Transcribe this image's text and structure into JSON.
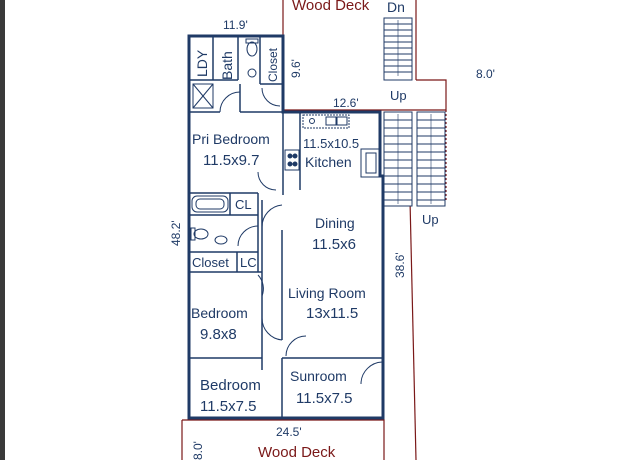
{
  "decks": {
    "top": "Wood Deck",
    "bottom": "Wood Deck"
  },
  "stairs": {
    "down": "Dn",
    "up_landing": "Up",
    "up_side": "Up"
  },
  "dimensions": {
    "top_width": "11.9'",
    "bath_height": "9.6'",
    "kitchen_width": "12.6'",
    "deck_width": "8.0'",
    "left_height": "48.2'",
    "right_height": "38.6'",
    "bottom_width": "24.5'",
    "bottom_left": "8.0'"
  },
  "rooms": {
    "laundry": "LDY",
    "bath": "Bath",
    "closet_top": "Closet",
    "primary_bedroom": {
      "name": "Pri Bedroom",
      "size": "11.5x9.7"
    },
    "kitchen": {
      "size": "11.5x10.5",
      "name": "Kitchen"
    },
    "closet_small": "CL",
    "dining": {
      "name": "Dining",
      "size": "11.5x6"
    },
    "closet_mid": "Closet",
    "linen_closet": "LC",
    "living_room": {
      "name": "Living Room",
      "size": "13x11.5"
    },
    "bedroom_two": {
      "name": "Bedroom",
      "size": "9.8x8"
    },
    "bedroom_three": {
      "name": "Bedroom",
      "size": "11.5x7.5"
    },
    "sunroom": {
      "name": "Sunroom",
      "size": "11.5x7.5"
    }
  },
  "colors": {
    "wall": "#1f3a66",
    "deck_line": "#7a1818",
    "text": "#1f3a66"
  }
}
